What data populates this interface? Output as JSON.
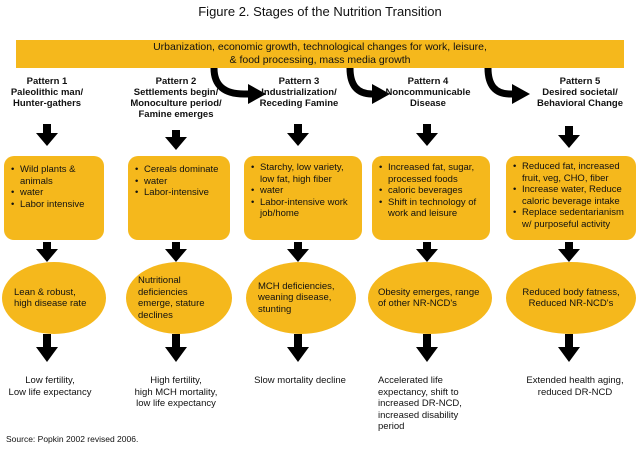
{
  "title": "Figure 2. Stages of the Nutrition Transition",
  "banner": {
    "line1": "Urbanization, economic growth, technological changes for work, leisure,",
    "line2": "& food processing, mass media growth"
  },
  "patterns": [
    {
      "header": [
        "Pattern 1",
        "Paleolithic man/",
        "Hunter-gathers"
      ],
      "bullets": [
        "Wild plants & animals",
        "water",
        "Labor intensive"
      ],
      "oval": "Lean & robust, high disease rate",
      "outcome": [
        "Low fertility,",
        "Low life expectancy"
      ]
    },
    {
      "header": [
        "Pattern 2",
        "Settlements begin/",
        "Monoculture period/",
        "Famine emerges"
      ],
      "bullets": [
        "Cereals dominate",
        "water",
        "Labor-intensive"
      ],
      "oval": "Nutritional deficiencies emerge, stature declines",
      "outcome": [
        "High fertility,",
        "high MCH mortality,",
        "low life expectancy"
      ]
    },
    {
      "header": [
        "Pattern 3",
        "Industrialization/",
        "Receding Famine"
      ],
      "bullets": [
        "Starchy, low variety, low fat, high fiber",
        "water",
        "Labor-intensive work job/home"
      ],
      "oval": "MCH deficiencies, weaning disease, stunting",
      "outcome": [
        "Slow mortality decline"
      ]
    },
    {
      "header": [
        "Pattern 4",
        "Noncommunicable",
        "Disease"
      ],
      "bullets": [
        "Increased fat, sugar, processed foods",
        "caloric beverages",
        "Shift in technology of work and leisure"
      ],
      "oval": "Obesity emerges, range of other NR-NCD's",
      "outcome": [
        "Accelerated life",
        "expectancy, shift to",
        "increased DR-NCD,",
        "increased disability",
        "period"
      ]
    },
    {
      "header": [
        "Pattern 5",
        "Desired societal/",
        "Behavioral Change"
      ],
      "bullets": [
        "Reduced fat, increased fruit, veg, CHO, fiber",
        "Increase water, Reduce caloric beverage intake",
        "Replace sedentarianism w/ purposeful activity"
      ],
      "oval": "Reduced body fatness, Reduced NR-NCD's",
      "outcome": [
        "Extended health aging,",
        "reduced DR-NCD"
      ]
    }
  ],
  "source": "Source: Popkin 2002 revised 2006.",
  "colors": {
    "accent": "#F5B81C",
    "arrow": "#000000"
  }
}
